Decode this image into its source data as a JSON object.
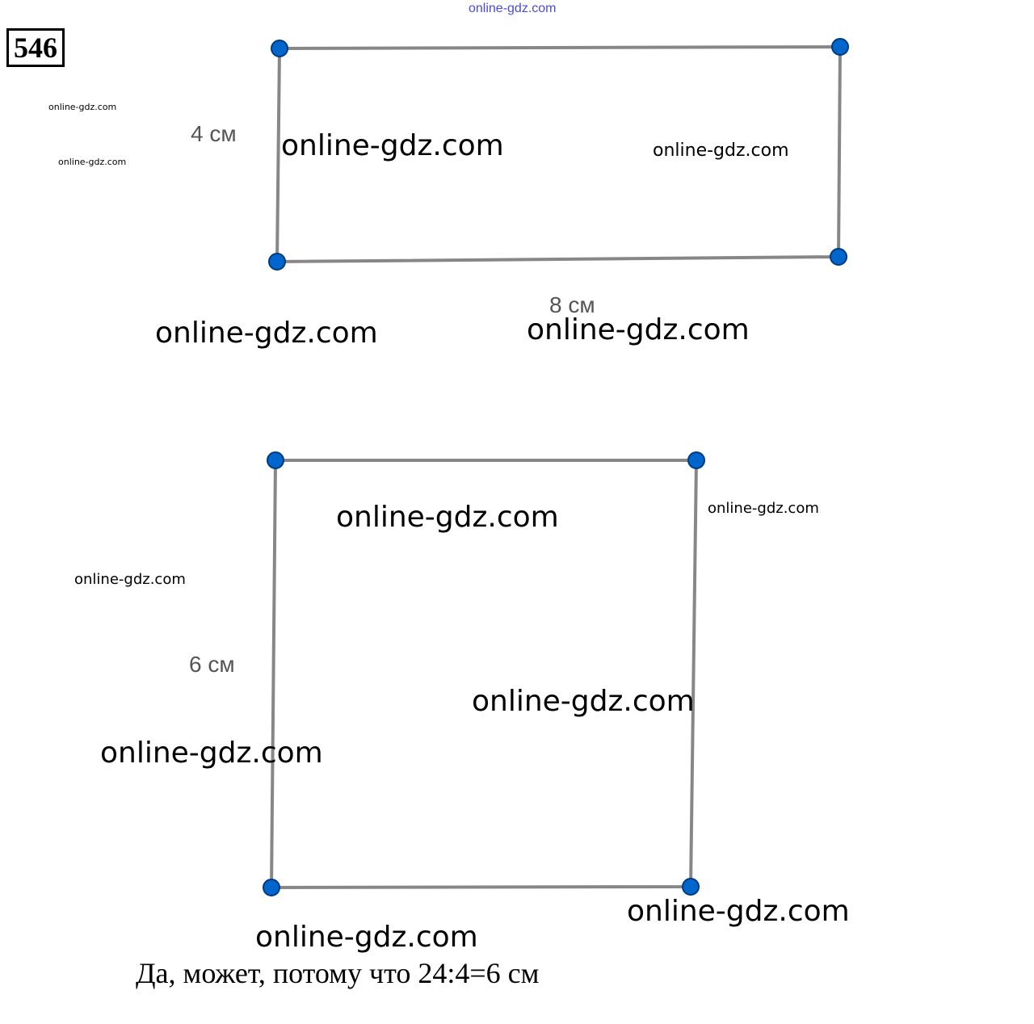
{
  "problem_number": "546",
  "header_watermark": "online-gdz.com",
  "figure1": {
    "height_label": "4 см",
    "width_label": "8 см"
  },
  "figure2": {
    "height_label": "6 см"
  },
  "watermark": "online-gdz.com",
  "answer": "Да, может, потому что 24:4=6 см",
  "colors": {
    "vertex": "#0066cc",
    "edge": "#808080"
  }
}
